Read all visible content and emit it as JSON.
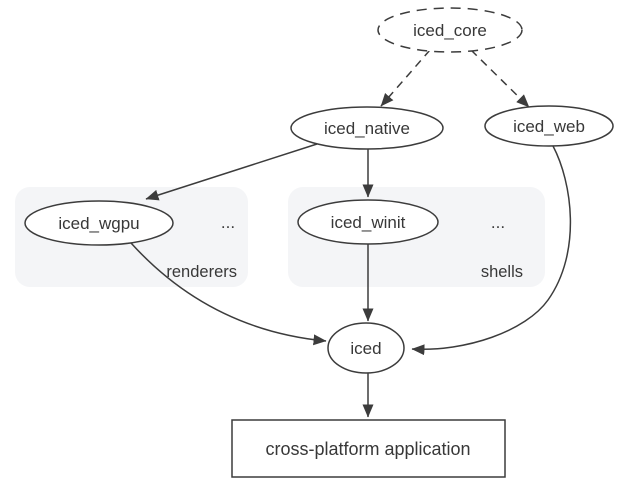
{
  "diagram": {
    "nodes": {
      "iced_core": {
        "label": "iced_core",
        "shape": "dashed-ellipse"
      },
      "iced_native": {
        "label": "iced_native",
        "shape": "ellipse"
      },
      "iced_web": {
        "label": "iced_web",
        "shape": "ellipse"
      },
      "iced_wgpu": {
        "label": "iced_wgpu",
        "shape": "ellipse",
        "group": "renderers"
      },
      "iced_winit": {
        "label": "iced_winit",
        "shape": "ellipse",
        "group": "shells"
      },
      "iced": {
        "label": "iced",
        "shape": "ellipse"
      },
      "application": {
        "label": "cross-platform application",
        "shape": "rect"
      }
    },
    "groups": {
      "renderers": {
        "label": "renderers",
        "ellipsis": "..."
      },
      "shells": {
        "label": "shells",
        "ellipsis": "..."
      }
    },
    "edges": [
      {
        "from": "iced_core",
        "to": "iced_native",
        "style": "dashed"
      },
      {
        "from": "iced_core",
        "to": "iced_web",
        "style": "dashed"
      },
      {
        "from": "iced_native",
        "to": "iced_wgpu",
        "style": "solid"
      },
      {
        "from": "iced_native",
        "to": "iced_winit",
        "style": "solid"
      },
      {
        "from": "iced_wgpu",
        "to": "iced",
        "style": "solid"
      },
      {
        "from": "iced_winit",
        "to": "iced",
        "style": "solid"
      },
      {
        "from": "iced_web",
        "to": "iced",
        "style": "solid"
      },
      {
        "from": "iced",
        "to": "application",
        "style": "solid"
      }
    ],
    "colors": {
      "accent_blue": "#1a73e8",
      "node_stroke": "#3c3c3c",
      "text": "#383838",
      "group_fill": "#f4f5f7",
      "background": "#ffffff"
    }
  }
}
